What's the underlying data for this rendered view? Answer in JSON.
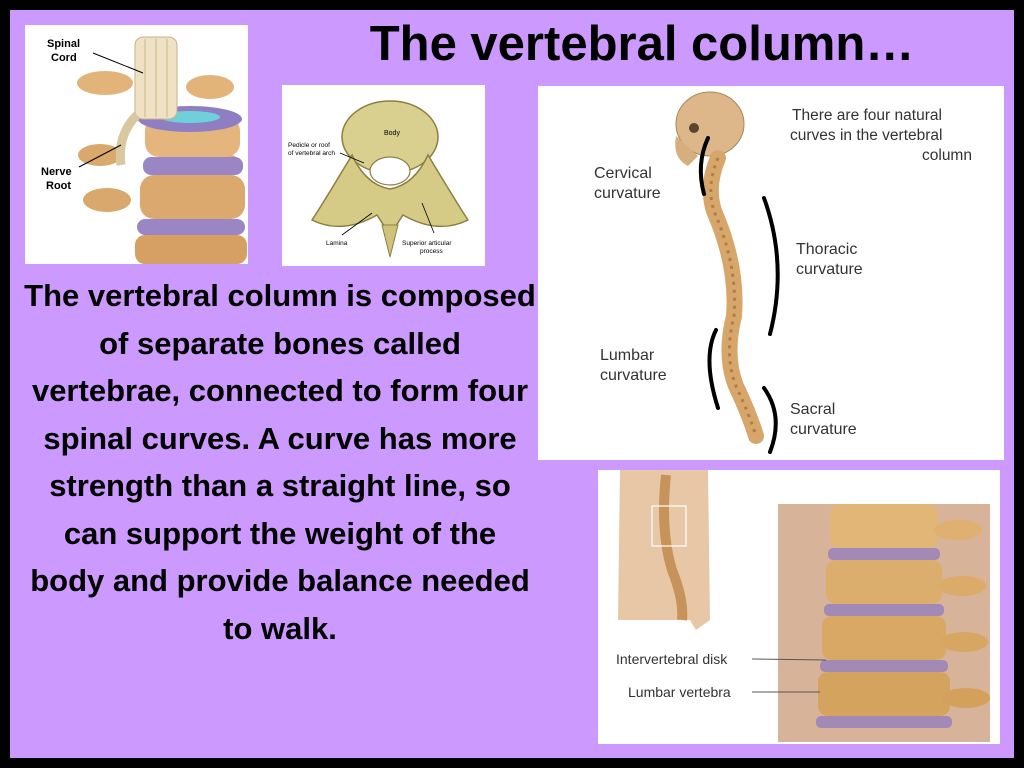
{
  "slide": {
    "title": "The vertebral column…",
    "body": "The vertebral column is composed of separate bones called vertebrae, connected to form four spinal curves. A curve has more strength than a straight line, so can support the weight of the body and provide balance needed to walk."
  },
  "fig_spinal_cord": {
    "label_cord_1": "Spinal",
    "label_cord_2": "Cord",
    "label_nerve_1": "Nerve",
    "label_nerve_2": "Root"
  },
  "fig_vertebra": {
    "body": "Body",
    "pedicle_1": "Pedicle or roof",
    "pedicle_2": "of vertebral arch",
    "lamina": "Lamina",
    "articular_1": "Superior articular",
    "articular_2": "process"
  },
  "fig_curves": {
    "note_1": "There are four natural",
    "note_2": "curves in the vertebral",
    "note_3": "column",
    "cervical_1": "Cervical",
    "cervical_2": "curvature",
    "thoracic_1": "Thoracic",
    "thoracic_2": "curvature",
    "lumbar_1": "Lumbar",
    "lumbar_2": "curvature",
    "sacral_1": "Sacral",
    "sacral_2": "curvature"
  },
  "fig_lumbar": {
    "disk": "Intervertebral disk",
    "vertebra": "Lumbar vertebra"
  },
  "colors": {
    "background": "#cc99ff",
    "frame": "#000000",
    "bone": "#dcae74",
    "disk": "#9a86c4"
  }
}
